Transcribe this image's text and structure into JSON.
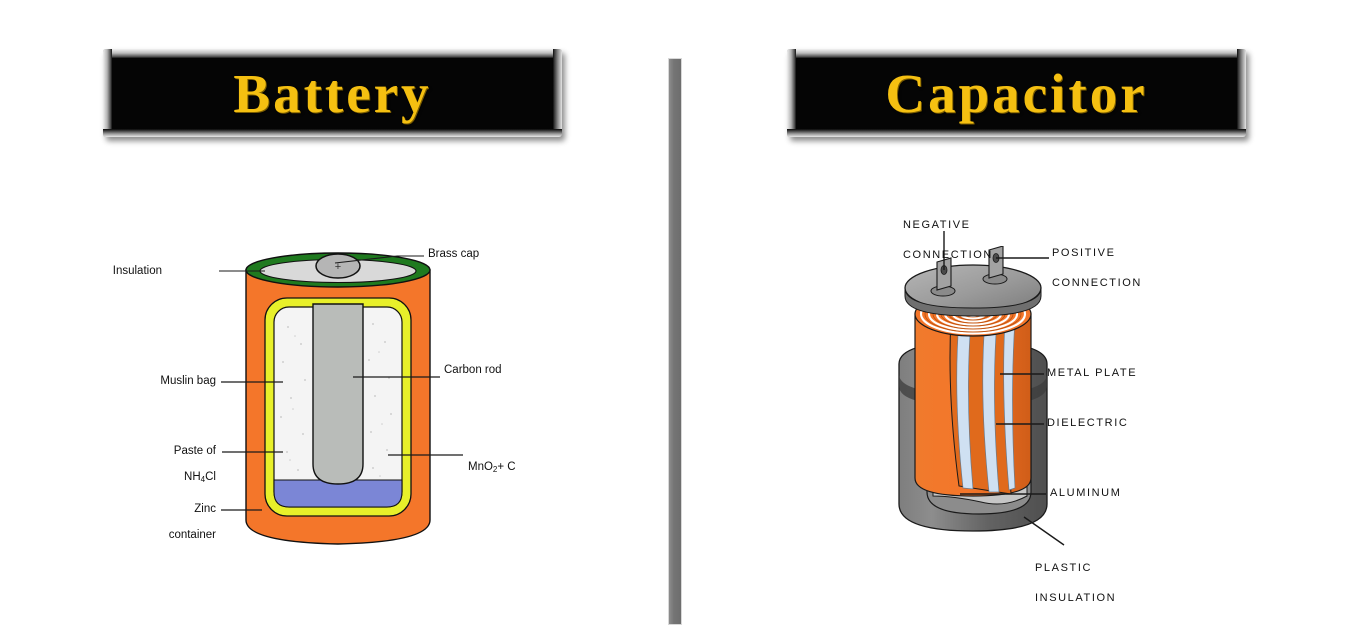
{
  "page": {
    "background": "#ffffff",
    "accent_gold": "#f5c011",
    "banner_black": "#050505"
  },
  "panels": {
    "left": {
      "title": "Battery",
      "diagram_name": "dry-cell-battery-cutaway",
      "labels": [
        {
          "id": "insulation",
          "text": "Insulation",
          "align": "right"
        },
        {
          "id": "muslin-bag",
          "text": "Muslin bag",
          "align": "right"
        },
        {
          "id": "paste-of-nh4cl",
          "text": "Paste of",
          "text2": "NH",
          "sub": "4",
          "text3": "Cl",
          "align": "right"
        },
        {
          "id": "zinc-container",
          "text": "Zinc",
          "text2": "container",
          "align": "right"
        },
        {
          "id": "brass-cap",
          "text": "Brass cap",
          "align": "left"
        },
        {
          "id": "carbon-rod",
          "text": "Carbon rod",
          "align": "left"
        },
        {
          "id": "mno2-c",
          "text": "MnO",
          "sub": "2",
          "text3": "+ C",
          "align": "left"
        }
      ],
      "colors": {
        "zinc_container": "#f4762a",
        "insulation_ring": "#1f7a1f",
        "brass_cap": "#b5b5b5",
        "muslin_bag": "#e8f02a",
        "paste": "#f2f2f2",
        "carbon_rod": "#b9bcb9",
        "bottom_layer": "#7b86d6"
      },
      "cap_symbol": "+"
    },
    "right": {
      "title": "Capacitor",
      "diagram_name": "electrolytic-capacitor-cutaway",
      "labels": [
        {
          "id": "negative-connection",
          "text": "Negative",
          "text2": "Connection"
        },
        {
          "id": "positive-connection",
          "text": "Positive",
          "text2": "Connection"
        },
        {
          "id": "metal-plate",
          "text": "Metal Plate"
        },
        {
          "id": "dielectric",
          "text": "Dielectric"
        },
        {
          "id": "aluminum",
          "text": "Aluminum"
        },
        {
          "id": "plastic-insulation",
          "text": "Plastic",
          "text2": "Insulation"
        }
      ],
      "colors": {
        "top_disc": "#9a9a9a",
        "metal_foil": "#f4762a",
        "dielectric": "#cfe0f2",
        "outer_case": "#6b6b6b",
        "inner_shadow": "#4a4a4a",
        "aluminum": "#c0c0c0"
      }
    }
  },
  "divider": {
    "name": "vertical-divider",
    "color": "#757575"
  }
}
